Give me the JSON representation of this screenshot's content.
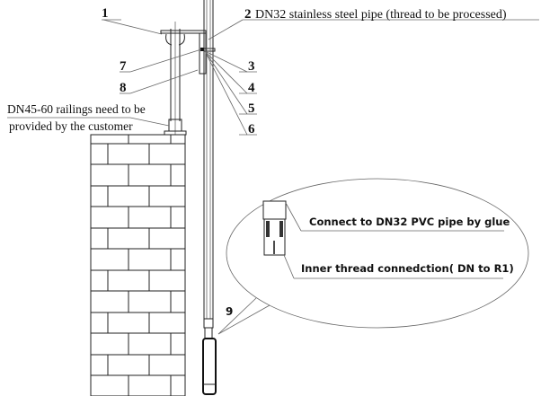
{
  "labels": {
    "n1": "1",
    "n2": "2",
    "pipe": "DN32 stainless steel pipe (thread to be processed)",
    "n3": "3",
    "n4": "4",
    "n5": "5",
    "n6": "6",
    "n7": "7",
    "n8": "8",
    "n9": "9",
    "railing_line1": "DN45-60 railings need to be",
    "railing_line2": "provided by the customer",
    "connect": "Connect to DN32 PVC pipe by glue",
    "inner": "Inner thread connedction( DN to R1)"
  }
}
